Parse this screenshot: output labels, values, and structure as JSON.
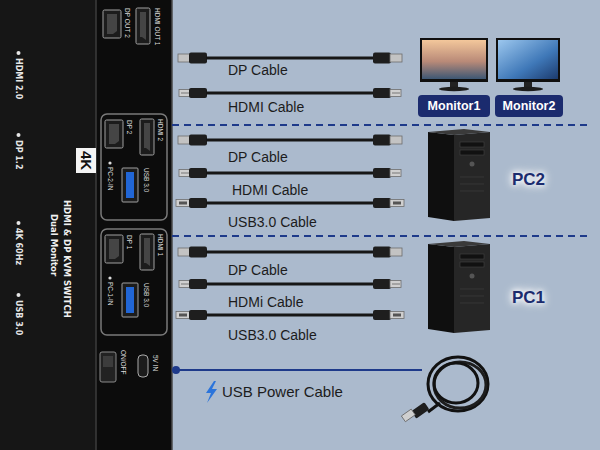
{
  "diagram": {
    "nodes": [
      {
        "text": [
          "4K",
          "HDMI & DP KVM SWITCH",
          "Dual Monitor"
        ]
      },
      {
        "text": [
          "Monitor1"
        ]
      },
      {
        "text": [
          "Monitor2"
        ]
      }
    ],
    "labels": [
      "HDMI 2.0",
      "DP 1.2",
      "4K 60Hz",
      "USB 3.0",
      "DP OUT 2",
      "HDMI OUT 1",
      "DP 2",
      "HDMI 2",
      "PC-2-IN",
      "USB 3.0",
      "DP 1",
      "HDMI 1",
      "PC-1-IN",
      "USB 3.0",
      "ON/OFF",
      "5V IN",
      "DP Cable",
      "HDMI Cable",
      "DP Cable",
      "HDMI Cable",
      "USB3.0 Cable",
      "DP Cable",
      "HDMi Cable",
      "USB3.0 Cable",
      "USB Power Cable",
      "PC2",
      "PC1"
    ]
  }
}
